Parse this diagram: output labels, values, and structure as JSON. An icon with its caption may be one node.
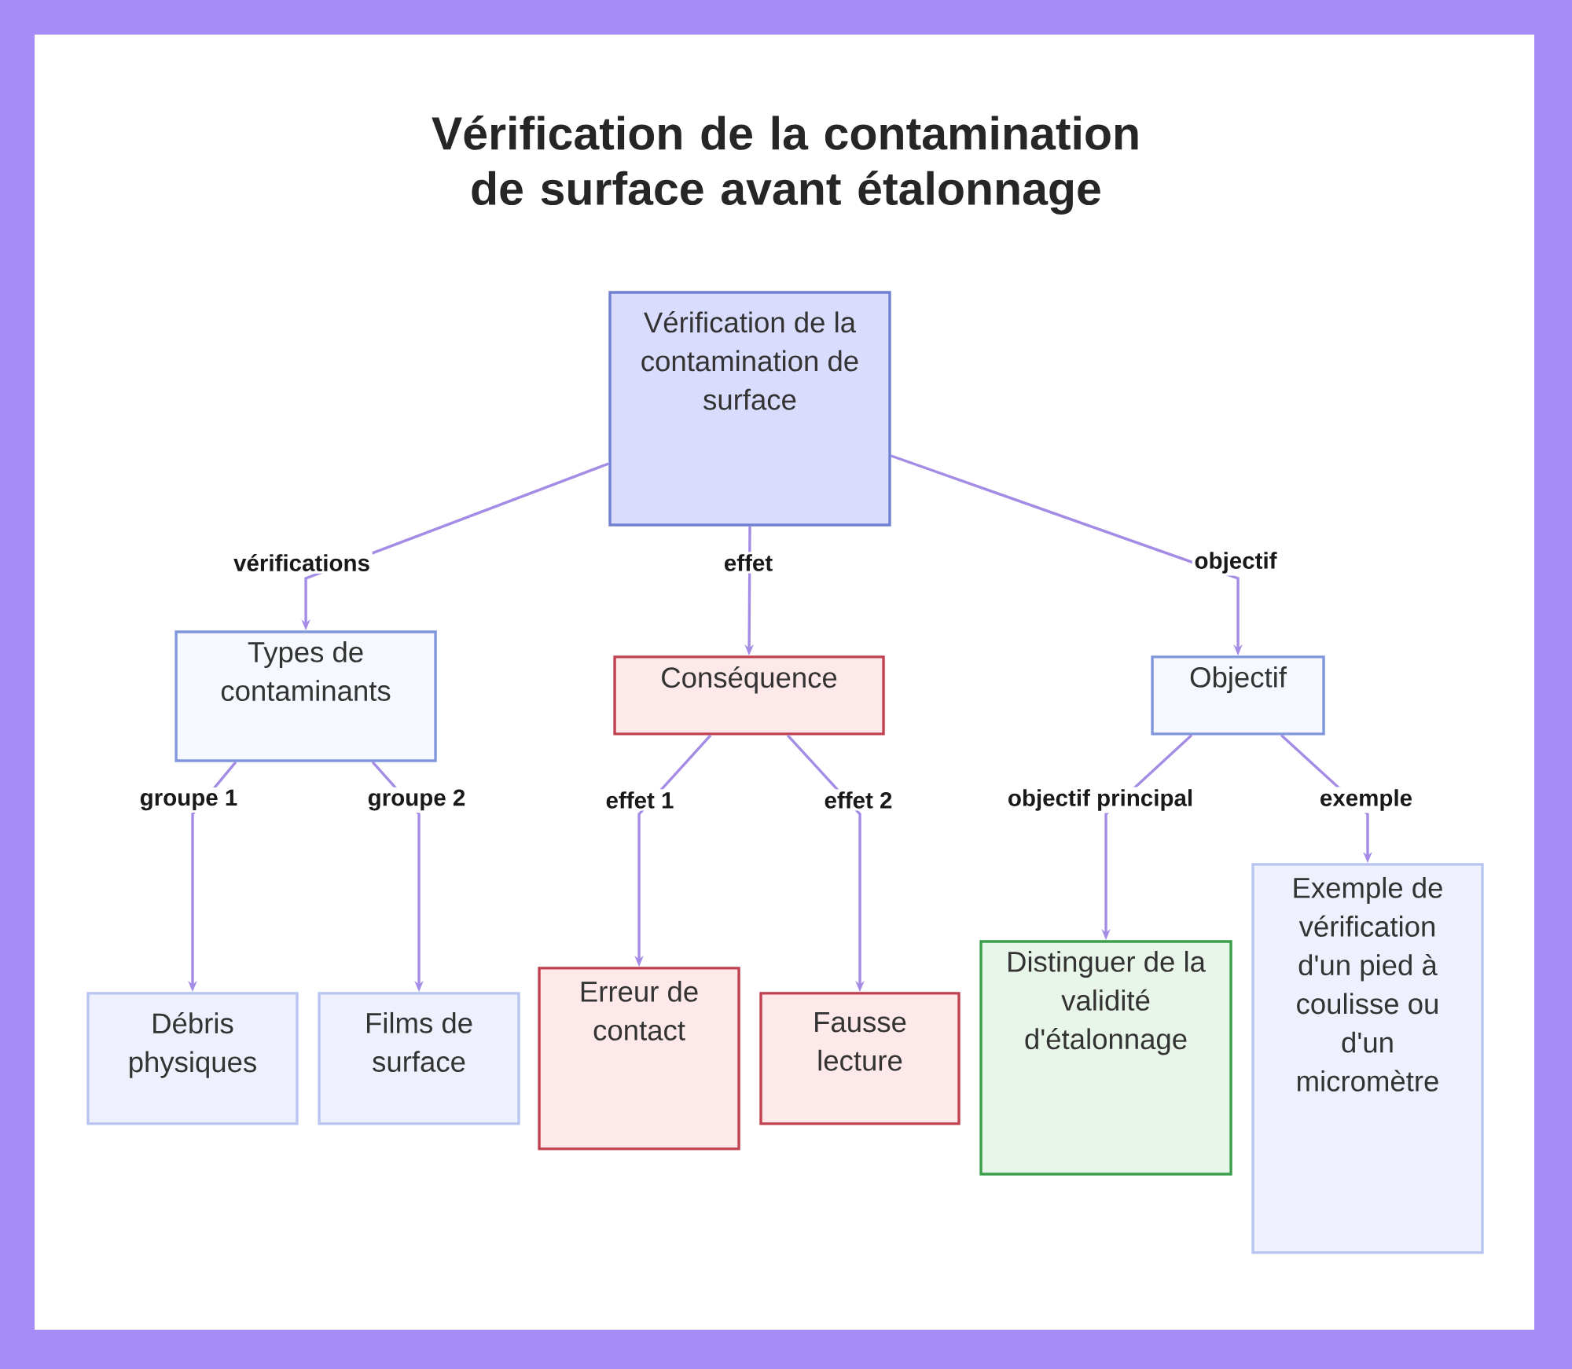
{
  "diagram": {
    "title": "Vérification de la contamination de surface avant étalonnage",
    "nodes": [
      {
        "text": [
          "Vérification de la contamination de surface"
        ]
      },
      {
        "text": [
          "Types de contaminants"
        ]
      },
      {
        "text": [
          "Conséquence"
        ]
      },
      {
        "text": [
          "Objectif"
        ]
      },
      {
        "text": [
          "Débris physiques"
        ]
      },
      {
        "text": [
          "Films de surface"
        ]
      },
      {
        "text": [
          "Erreur de contact"
        ]
      },
      {
        "text": [
          "Fausse lecture"
        ]
      },
      {
        "text": [
          "Distinguer de la validité d'étalonnage"
        ]
      },
      {
        "text": [
          "Exemple de vérification d'un pied à coulisse ou d'un micromètre"
        ]
      }
    ],
    "edges": [
      {
        "from": 0,
        "to": 1,
        "arrow": "to",
        "label": "vérifications"
      },
      {
        "from": 0,
        "to": 2,
        "arrow": "to",
        "label": "effet"
      },
      {
        "from": 0,
        "to": 3,
        "arrow": "to",
        "label": "objectif"
      },
      {
        "from": 1,
        "to": 4,
        "arrow": "to",
        "label": "groupe 1"
      },
      {
        "from": 1,
        "to": 5,
        "arrow": "to",
        "label": "groupe 2"
      },
      {
        "from": 2,
        "to": 6,
        "arrow": "to",
        "label": "effet 1"
      },
      {
        "from": 2,
        "to": 7,
        "arrow": "to",
        "label": "effet 2"
      },
      {
        "from": 3,
        "to": 8,
        "arrow": "to",
        "label": "objectif principal"
      },
      {
        "from": 3,
        "to": 9,
        "arrow": "to",
        "label": "exemple"
      }
    ]
  }
}
